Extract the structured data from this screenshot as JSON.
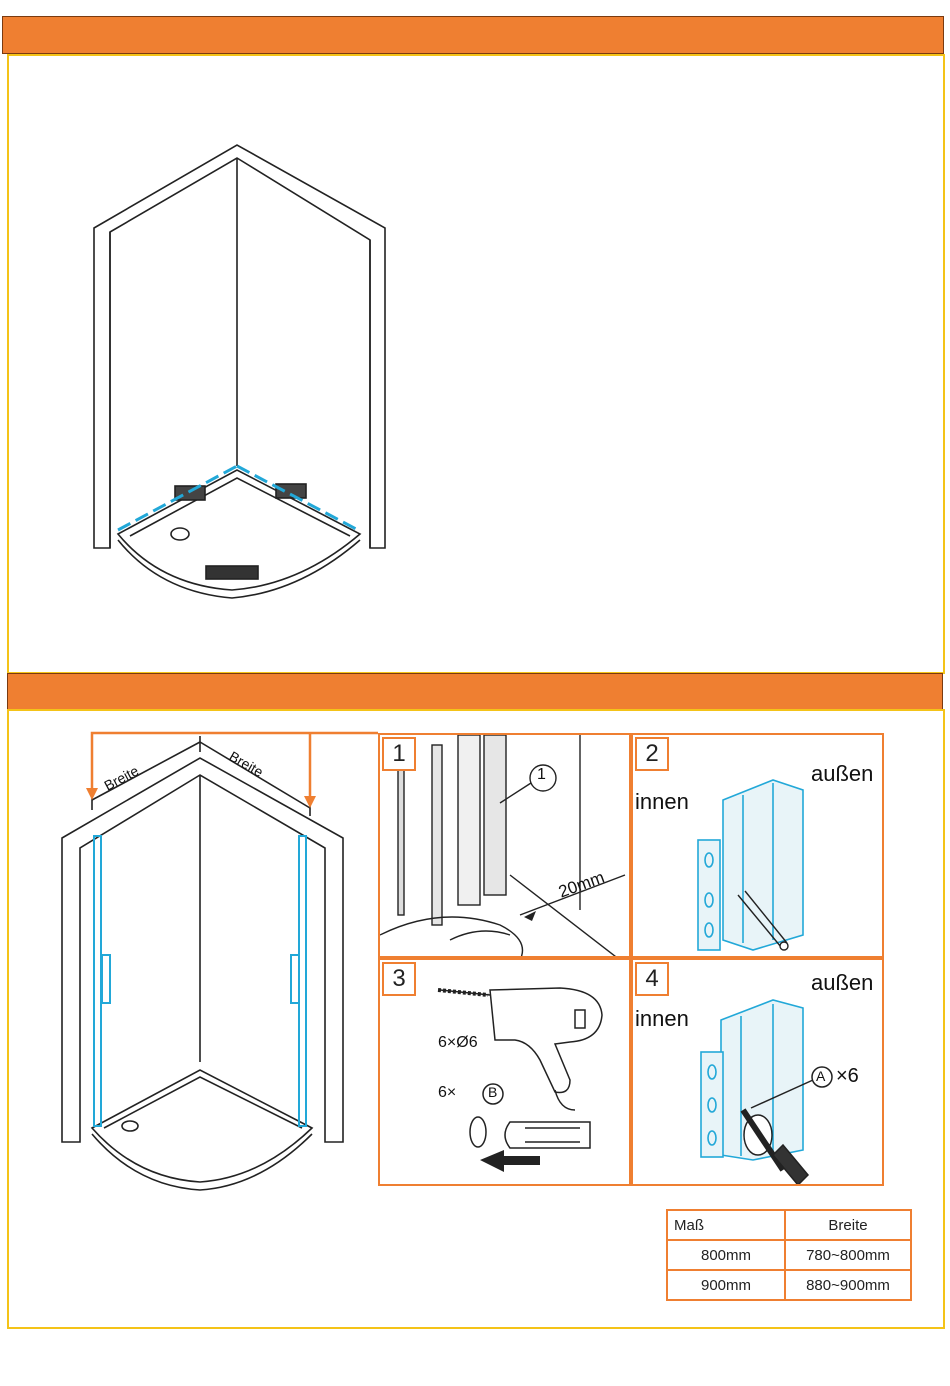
{
  "colors": {
    "orange": "#ef7f31",
    "yellow_frame": "#f4c318",
    "blue_mark": "#22a8d8"
  },
  "step1": {
    "number": "1",
    "callout": "1",
    "dimension": "20mm"
  },
  "step2": {
    "number": "2",
    "inside": "innen",
    "outside": "außen"
  },
  "step3": {
    "number": "3",
    "drill": "6×Ø6",
    "dowel_count": "6×",
    "dowel_part": "B"
  },
  "step4": {
    "number": "4",
    "inside": "innen",
    "outside": "außen",
    "screw_part": "A",
    "screw_count": "×6"
  },
  "overview": {
    "width_label_left": "Breite",
    "width_label_right": "Breite"
  },
  "size_table": {
    "headers": [
      "Maß",
      "Breite"
    ],
    "rows": [
      {
        "size": "800mm",
        "width": "780~800mm"
      },
      {
        "size": "900mm",
        "width": "880~900mm"
      }
    ]
  }
}
